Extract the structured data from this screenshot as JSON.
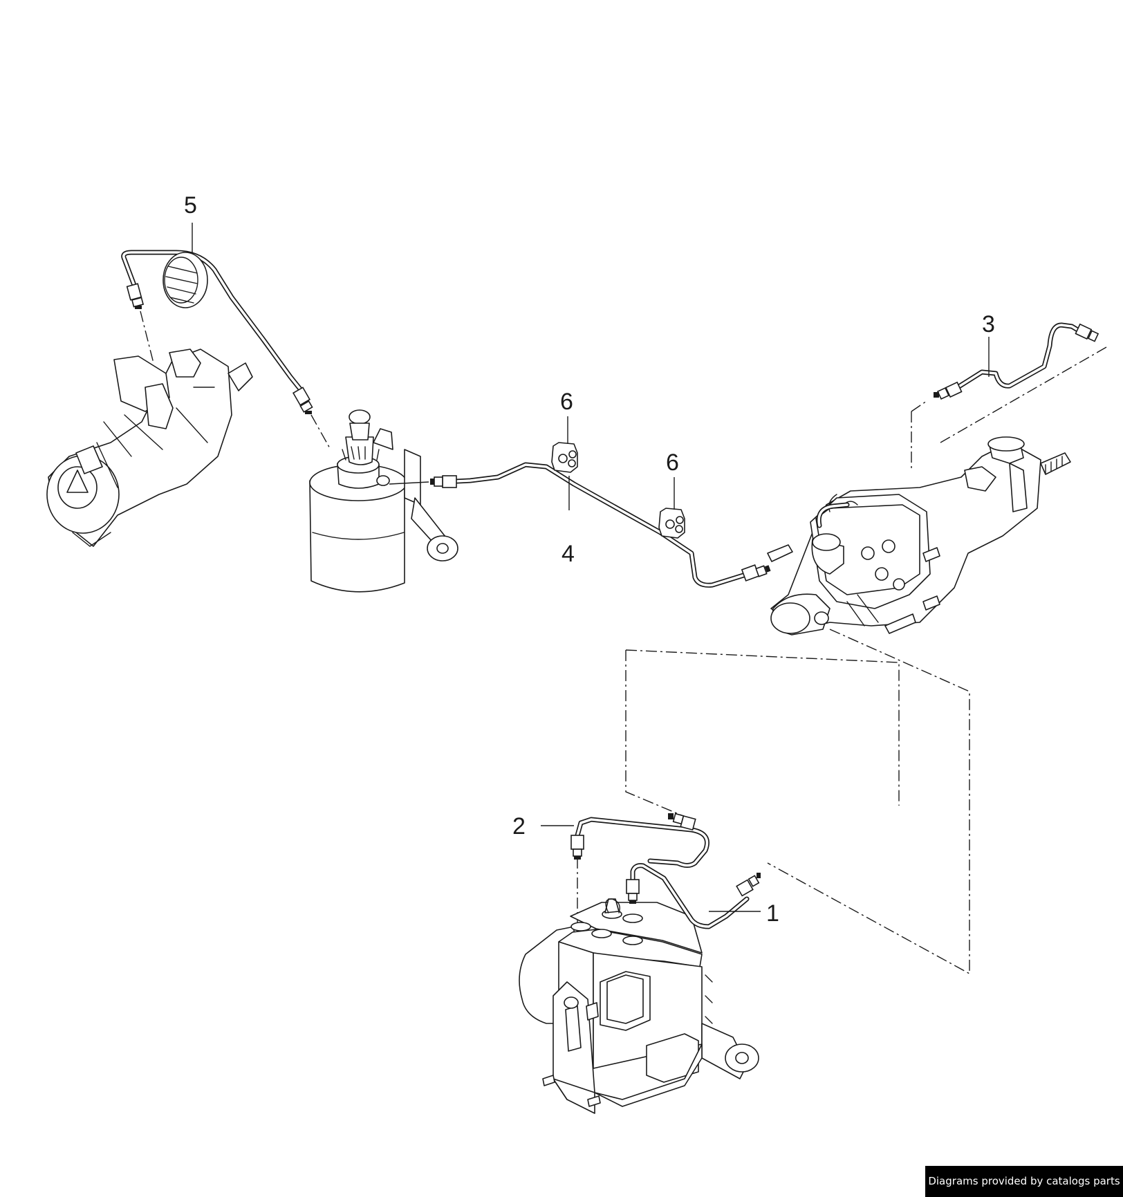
{
  "callouts": [
    {
      "id": "1",
      "text": "1"
    },
    {
      "id": "2",
      "text": "2"
    },
    {
      "id": "3",
      "text": "3"
    },
    {
      "id": "4",
      "text": "4"
    },
    {
      "id": "5",
      "text": "5"
    },
    {
      "id": "6a",
      "text": "6"
    },
    {
      "id": "6b",
      "text": "6"
    }
  ],
  "credit": "Diagrams provided by catalogs parts",
  "icons": [
    "power-steering-pump-icon",
    "pressure-accumulator-icon",
    "brake-booster-icon",
    "hydraulic-unit-icon",
    "pipe-clip-icon"
  ]
}
